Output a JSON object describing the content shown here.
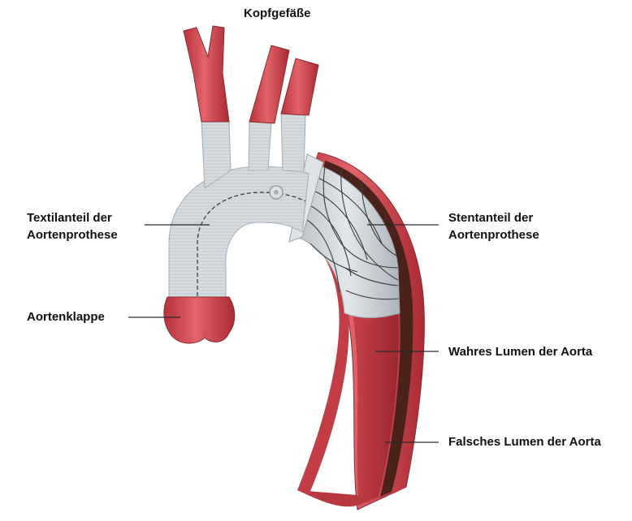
{
  "labels": {
    "top": "Kopfgefäße",
    "textile": [
      "Textilanteil der",
      "Aortenprothese"
    ],
    "valve": "Aortenklappe",
    "stent": [
      "Stentanteil der",
      "Aortenprothese"
    ],
    "true_lumen": "Wahres Lumen der Aorta",
    "false_lumen": "Falsches Lumen der Aorta"
  },
  "colors": {
    "vessel_red": "#d8474e",
    "vessel_dark": "#9e2f36",
    "graft_gray": "#cfd5da",
    "false_lumen": "#5a2a20",
    "leader": "#2b2b2b"
  }
}
